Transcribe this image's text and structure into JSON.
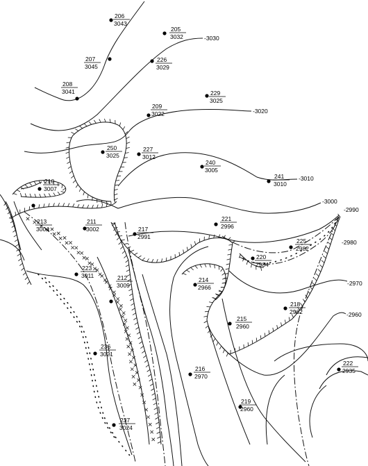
{
  "wells": [
    {
      "id": "206",
      "value": "3043"
    },
    {
      "id": "205",
      "value": "3032"
    },
    {
      "id": "207",
      "value": "3045"
    },
    {
      "id": "226",
      "value": "3029"
    },
    {
      "id": "208",
      "value": "3041"
    },
    {
      "id": "229",
      "value": "3025"
    },
    {
      "id": "209",
      "value": "3022"
    },
    {
      "id": "250",
      "value": "3025"
    },
    {
      "id": "227",
      "value": "3012"
    },
    {
      "id": "240",
      "value": "3005"
    },
    {
      "id": "241",
      "value": "3010"
    },
    {
      "id": "210",
      "value": "3007"
    },
    {
      "id": "213",
      "value": "3004"
    },
    {
      "id": "211",
      "value": "3002"
    },
    {
      "id": "221",
      "value": "2996"
    },
    {
      "id": "217",
      "value": "2991"
    },
    {
      "id": "225",
      "value": "2982"
    },
    {
      "id": "220",
      "value": "2984"
    },
    {
      "id": "223",
      "value": "3011"
    },
    {
      "id": "214",
      "value": "2966"
    },
    {
      "id": "212",
      "value": "3009"
    },
    {
      "id": "218",
      "value": "2962"
    },
    {
      "id": "215",
      "value": "2960"
    },
    {
      "id": "236",
      "value": "3021"
    },
    {
      "id": "222",
      "value": "2935"
    },
    {
      "id": "216",
      "value": "2970"
    },
    {
      "id": "219",
      "value": "2960"
    },
    {
      "id": "237",
      "value": "3024"
    }
  ],
  "contour_labels": [
    "-3030",
    "-3020",
    "-3010",
    "-3000",
    "-2990",
    "-2980",
    "-2970",
    "-2960"
  ]
}
